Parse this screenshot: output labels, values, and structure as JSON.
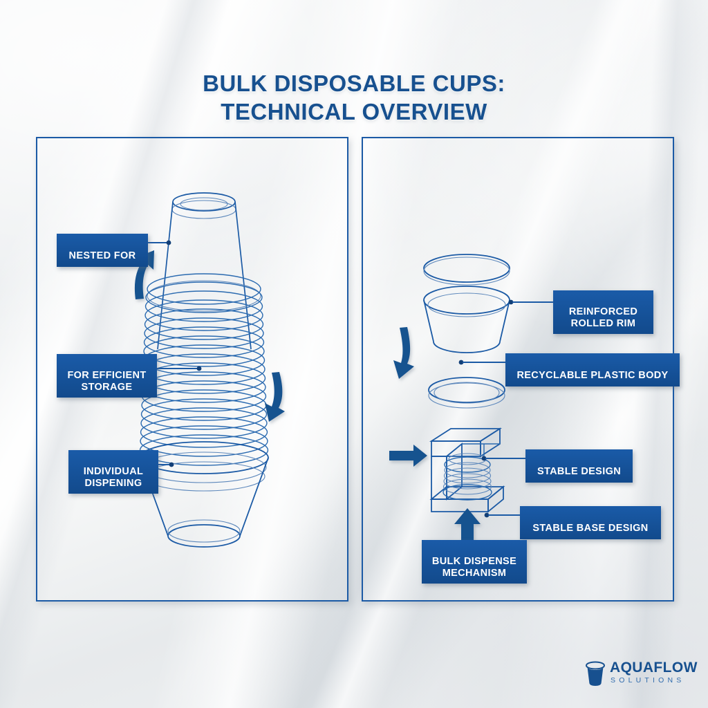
{
  "document": {
    "title_line1": "BULK DISPOSABLE CUPS:",
    "title_line2": "TECHNICAL OVERVIEW"
  },
  "colors": {
    "brand_blue": "#17508f",
    "line_blue": "#1b5aa5",
    "label_bg": "#14529a",
    "label_text": "#ffffff",
    "art_light": "#5c87bb",
    "background": "#eef0f1"
  },
  "left_panel": {
    "name": "nested-cup-stack-diagram",
    "callouts": [
      {
        "id": "nested-for",
        "text": "NESTED FOR"
      },
      {
        "id": "for-efficient-storage",
        "text": "FOR EFFICIENT\nSTORAGE"
      },
      {
        "id": "individual-dispening",
        "text": "INDIVIDUAL\nDISPENING"
      }
    ],
    "arrows": [
      {
        "id": "stack-up-arrow",
        "direction": "up"
      },
      {
        "id": "stack-down-arrow",
        "direction": "down"
      }
    ]
  },
  "right_panel": {
    "name": "exploded-cup-and-dispenser-diagram",
    "callouts": [
      {
        "id": "reinforced-rolled-rim",
        "text": "REINFORCED\nROLLED RIM"
      },
      {
        "id": "recyclable-plastic-body",
        "text": "RECYCLABLE PLASTIC BODY"
      },
      {
        "id": "stable-design",
        "text": "STABLE DESIGN"
      },
      {
        "id": "stable-base-design",
        "text": "STABLE BASE DESIGN"
      },
      {
        "id": "bulk-dispense-mechanism",
        "text": "BULK DISPENSE\nMECHANISM"
      }
    ],
    "arrows": [
      {
        "id": "assembly-down-arrow",
        "direction": "down"
      },
      {
        "id": "dispenser-right-arrow",
        "direction": "right"
      },
      {
        "id": "dispenser-up-arrow",
        "direction": "up"
      }
    ]
  },
  "logo": {
    "name": "AQUAFLOW",
    "tagline": "SOLUTIONS",
    "icon": "cup-icon"
  }
}
